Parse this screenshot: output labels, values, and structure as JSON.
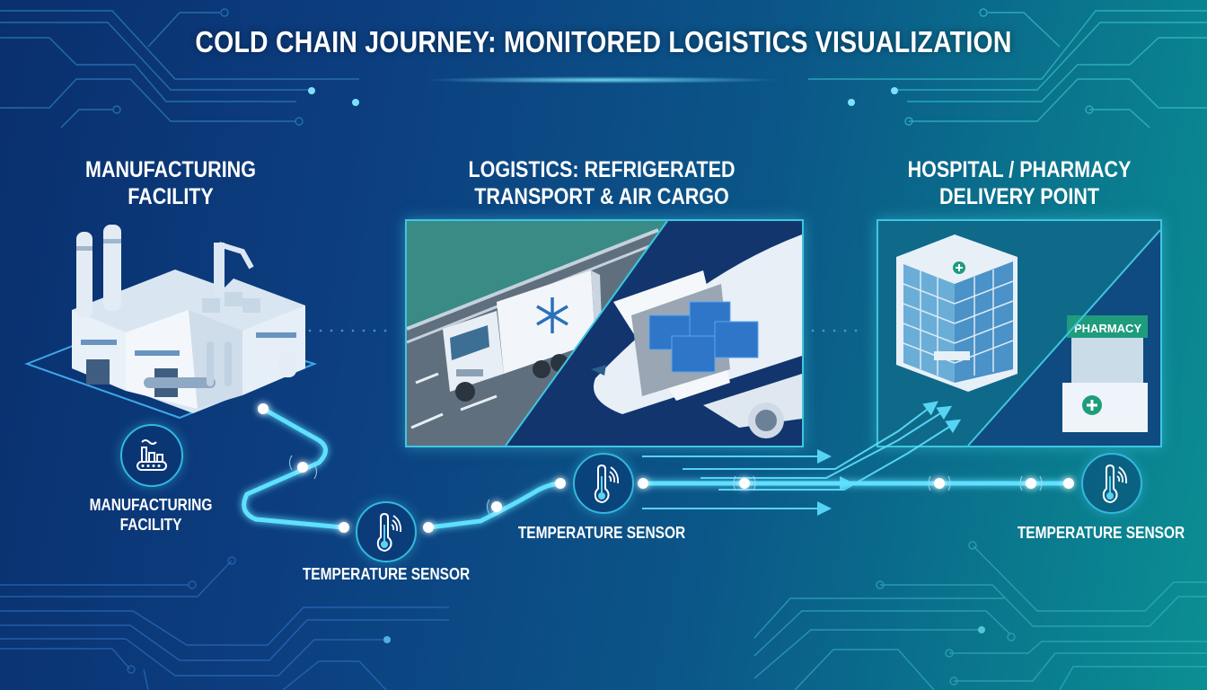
{
  "title": "COLD CHAIN JOURNEY: MONITORED LOGISTICS VISUALIZATION",
  "sections": [
    {
      "title_line1": "MANUFACTURING",
      "title_line2": "FACILITY"
    },
    {
      "title_line1": "LOGISTICS: REFRIGERATED",
      "title_line2": "TRANSPORT & AIR CARGO"
    },
    {
      "title_line1": "HOSPITAL / PHARMACY",
      "title_line2": "DELIVERY POINT"
    }
  ],
  "nodes": [
    {
      "icon": "factory-conveyor-icon",
      "label_line1": "MANUFACTURING",
      "label_line2": "FACILITY"
    },
    {
      "icon": "thermometer-wireless-icon",
      "label_line1": "TEMPERATURE SENSOR"
    },
    {
      "icon": "thermometer-wireless-icon",
      "label_line1": "TEMPERATURE SENSOR"
    },
    {
      "icon": "thermometer-wireless-icon",
      "label_line1": "TEMPERATURE SENSOR"
    }
  ],
  "illustrations": {
    "truck_icon": "snowflake-icon",
    "pharmacy_sign": "PHARMACY"
  },
  "colors": {
    "background_start": "#0a2f6e",
    "background_end": "#0b8f93",
    "accent_cyan": "#3fc6e0",
    "path_glow": "#5fe0ff",
    "pharmacy_green": "#1e9c7c"
  }
}
